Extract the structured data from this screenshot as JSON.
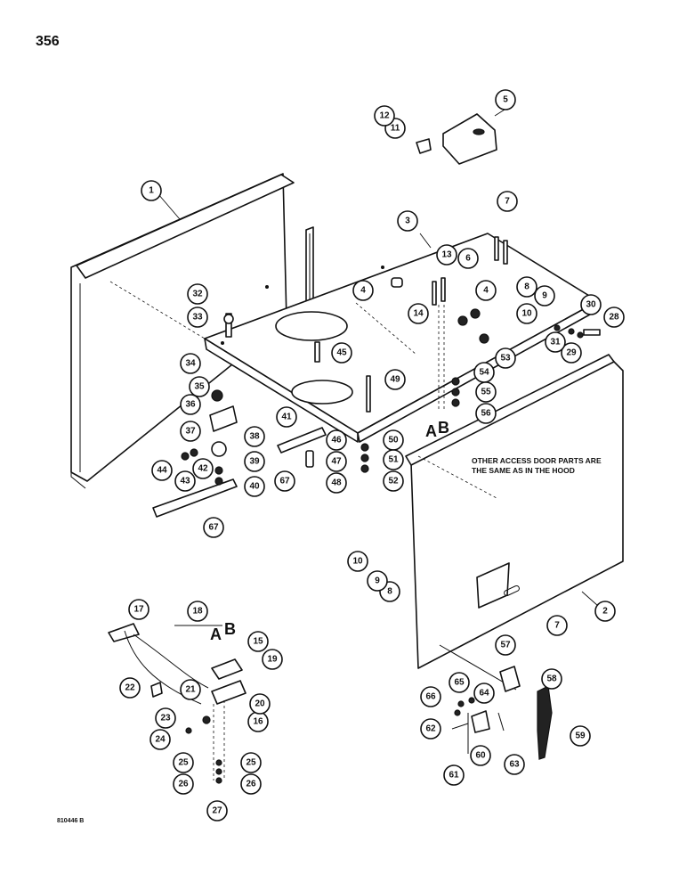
{
  "page_number": "356",
  "drawing_code": "810446 B",
  "note_text": "OTHER ACCESS DOOR PARTS ARE THE SAME AS IN THE HOOD",
  "section_marks": {
    "a": "A",
    "b": "B"
  },
  "callouts": [
    {
      "id": "1",
      "label": "1"
    },
    {
      "id": "2",
      "label": "2"
    },
    {
      "id": "3",
      "label": "3"
    },
    {
      "id": "4a",
      "label": "4"
    },
    {
      "id": "4b",
      "label": "4"
    },
    {
      "id": "5",
      "label": "5"
    },
    {
      "id": "6",
      "label": "6"
    },
    {
      "id": "7a",
      "label": "7"
    },
    {
      "id": "7b",
      "label": "7"
    },
    {
      "id": "8a",
      "label": "8"
    },
    {
      "id": "8b",
      "label": "8"
    },
    {
      "id": "9a",
      "label": "9"
    },
    {
      "id": "9b",
      "label": "9"
    },
    {
      "id": "10a",
      "label": "10"
    },
    {
      "id": "10b",
      "label": "10"
    },
    {
      "id": "11",
      "label": "11"
    },
    {
      "id": "12",
      "label": "12"
    },
    {
      "id": "13",
      "label": "13"
    },
    {
      "id": "14",
      "label": "14"
    },
    {
      "id": "15",
      "label": "15"
    },
    {
      "id": "16",
      "label": "16"
    },
    {
      "id": "17",
      "label": "17"
    },
    {
      "id": "18",
      "label": "18"
    },
    {
      "id": "19",
      "label": "19"
    },
    {
      "id": "20",
      "label": "20"
    },
    {
      "id": "21",
      "label": "21"
    },
    {
      "id": "22",
      "label": "22"
    },
    {
      "id": "23",
      "label": "23"
    },
    {
      "id": "24",
      "label": "24"
    },
    {
      "id": "25a",
      "label": "25"
    },
    {
      "id": "25b",
      "label": "25"
    },
    {
      "id": "26a",
      "label": "26"
    },
    {
      "id": "26b",
      "label": "26"
    },
    {
      "id": "27",
      "label": "27"
    },
    {
      "id": "28",
      "label": "28"
    },
    {
      "id": "29",
      "label": "29"
    },
    {
      "id": "30",
      "label": "30"
    },
    {
      "id": "31",
      "label": "31"
    },
    {
      "id": "32",
      "label": "32"
    },
    {
      "id": "33",
      "label": "33"
    },
    {
      "id": "34",
      "label": "34"
    },
    {
      "id": "35",
      "label": "35"
    },
    {
      "id": "36",
      "label": "36"
    },
    {
      "id": "37",
      "label": "37"
    },
    {
      "id": "38",
      "label": "38"
    },
    {
      "id": "39",
      "label": "39"
    },
    {
      "id": "40",
      "label": "40"
    },
    {
      "id": "41",
      "label": "41"
    },
    {
      "id": "42",
      "label": "42"
    },
    {
      "id": "43",
      "label": "43"
    },
    {
      "id": "44",
      "label": "44"
    },
    {
      "id": "45",
      "label": "45"
    },
    {
      "id": "46",
      "label": "46"
    },
    {
      "id": "47",
      "label": "47"
    },
    {
      "id": "48",
      "label": "48"
    },
    {
      "id": "49",
      "label": "49"
    },
    {
      "id": "50",
      "label": "50"
    },
    {
      "id": "51",
      "label": "51"
    },
    {
      "id": "52",
      "label": "52"
    },
    {
      "id": "53",
      "label": "53"
    },
    {
      "id": "54",
      "label": "54"
    },
    {
      "id": "55",
      "label": "55"
    },
    {
      "id": "56",
      "label": "56"
    },
    {
      "id": "57",
      "label": "57"
    },
    {
      "id": "58",
      "label": "58"
    },
    {
      "id": "59",
      "label": "59"
    },
    {
      "id": "60",
      "label": "60"
    },
    {
      "id": "61",
      "label": "61"
    },
    {
      "id": "62",
      "label": "62"
    },
    {
      "id": "63",
      "label": "63"
    },
    {
      "id": "64",
      "label": "64"
    },
    {
      "id": "65",
      "label": "65"
    },
    {
      "id": "66",
      "label": "66"
    },
    {
      "id": "67a",
      "label": "67"
    },
    {
      "id": "67b",
      "label": "67"
    }
  ]
}
